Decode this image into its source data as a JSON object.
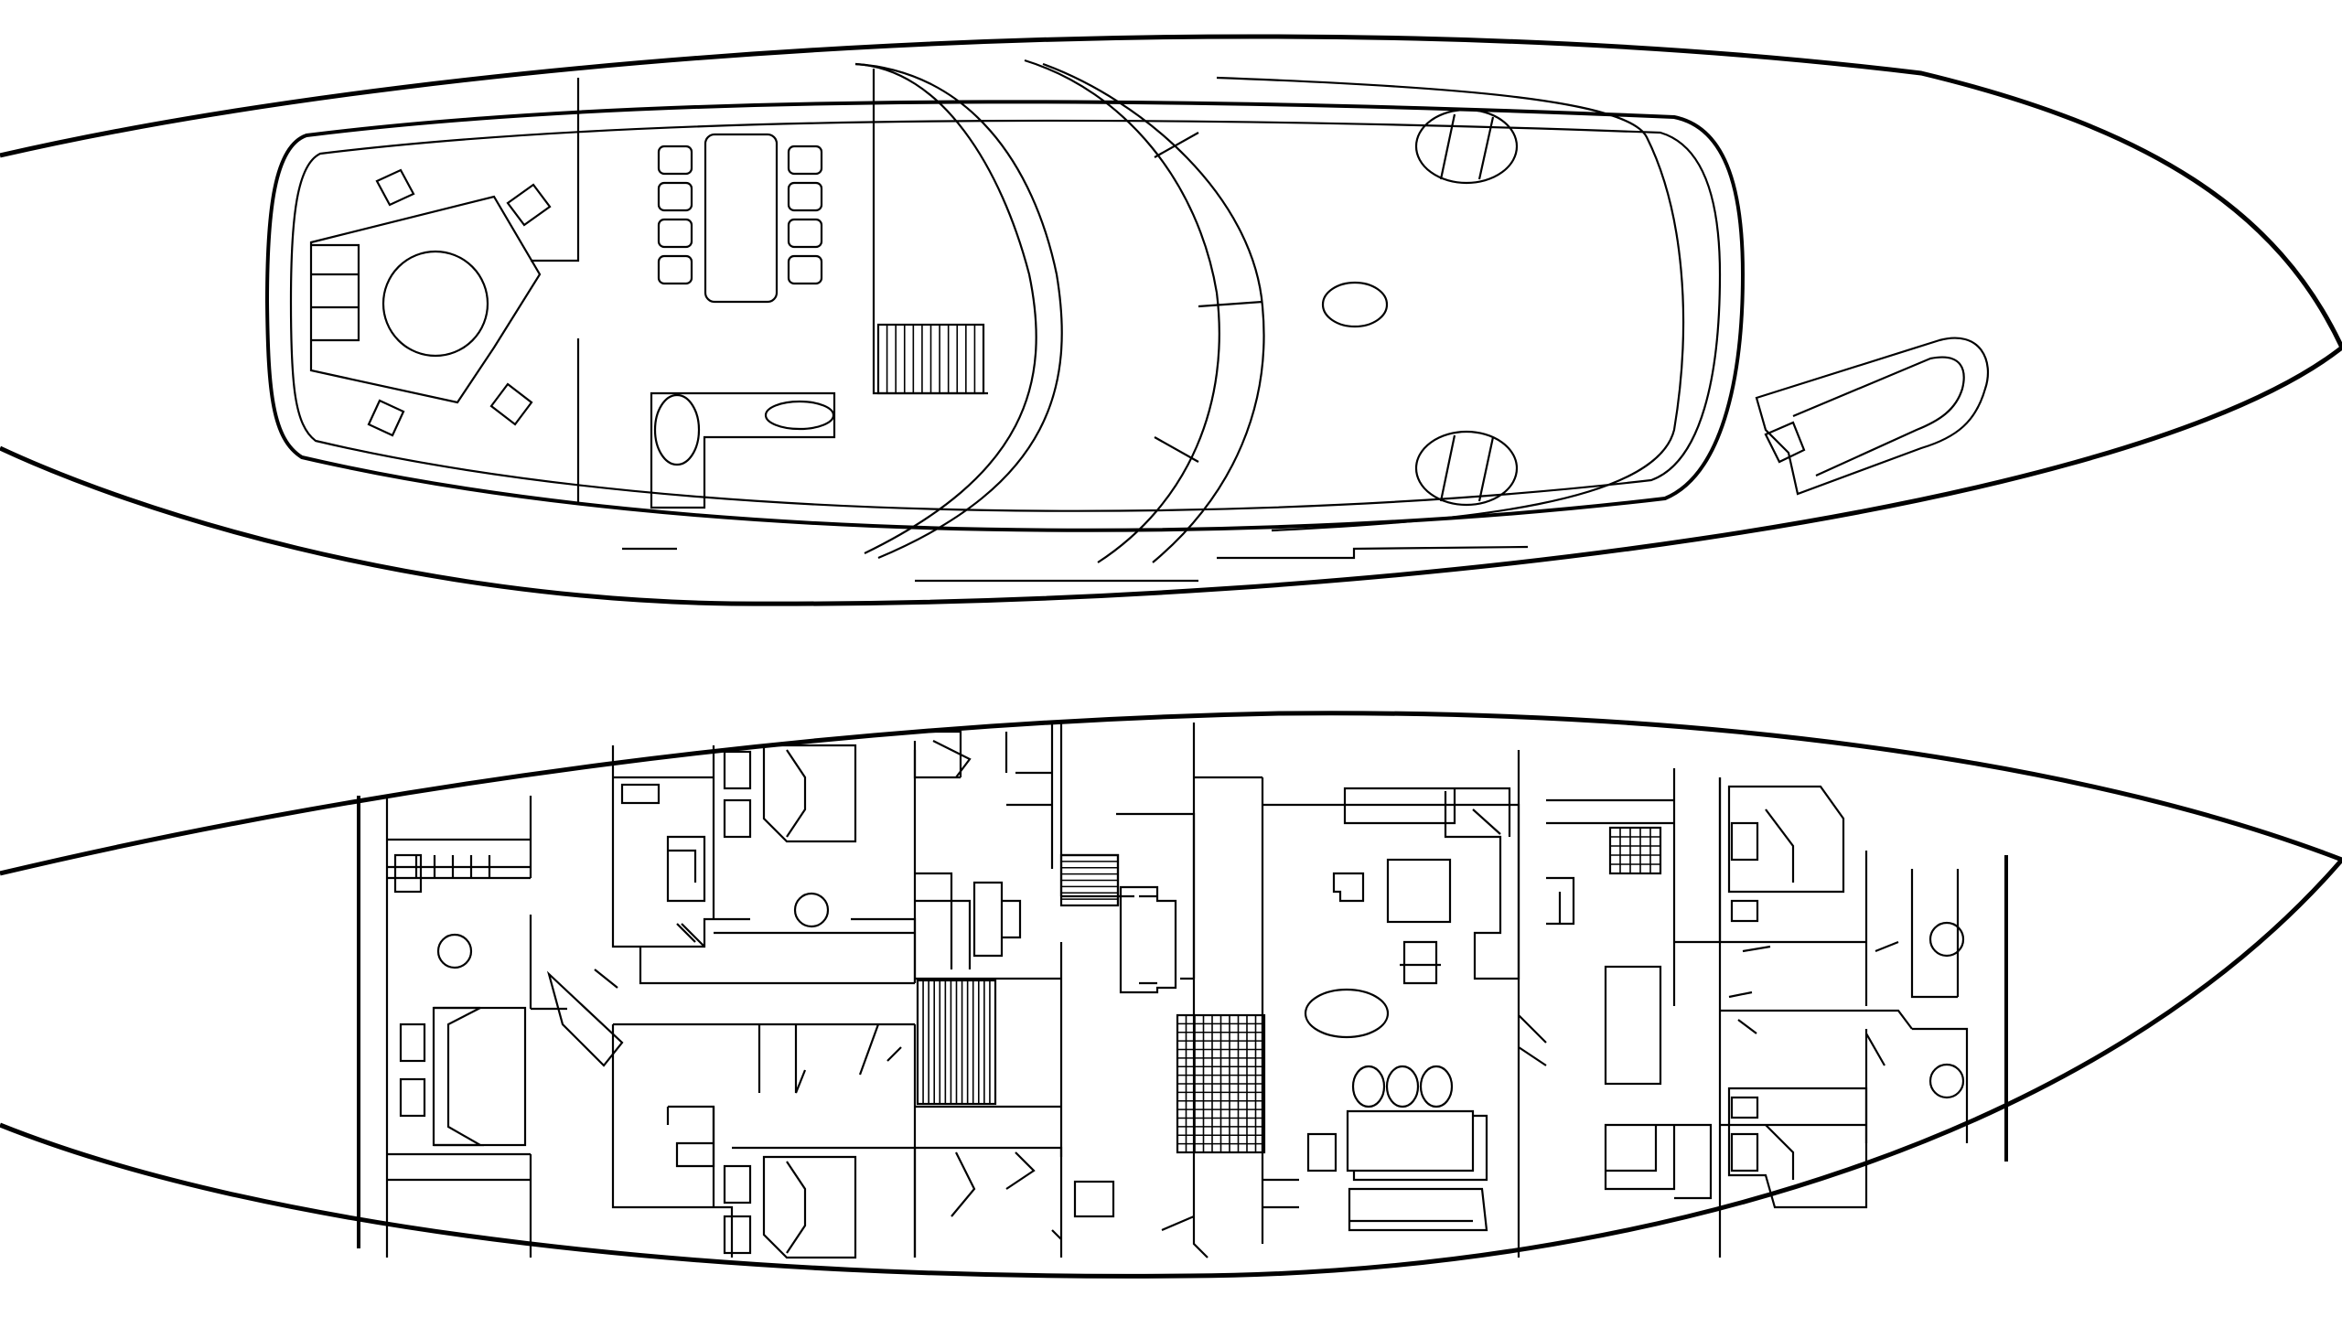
{
  "drawing": {
    "style": "black-and-white line-art general arrangement plan",
    "line_color": "#000000",
    "background_color": "#ffffff",
    "views": [
      {
        "id": "upper-deck",
        "description_tag": "top-deck-plan"
      },
      {
        "id": "lower-deck",
        "description_tag": "accommodation-deck-plan"
      }
    ]
  }
}
